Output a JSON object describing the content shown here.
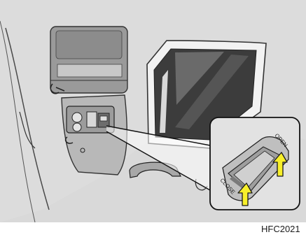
{
  "labels": {
    "open": "OPEN",
    "close": "CLOSE"
  },
  "reference_code": "HFC2021",
  "colors": {
    "background": "#d9d9d9",
    "arrow_fill": "#f7ef2a",
    "arrow_stroke": "#1a1a1a"
  }
}
